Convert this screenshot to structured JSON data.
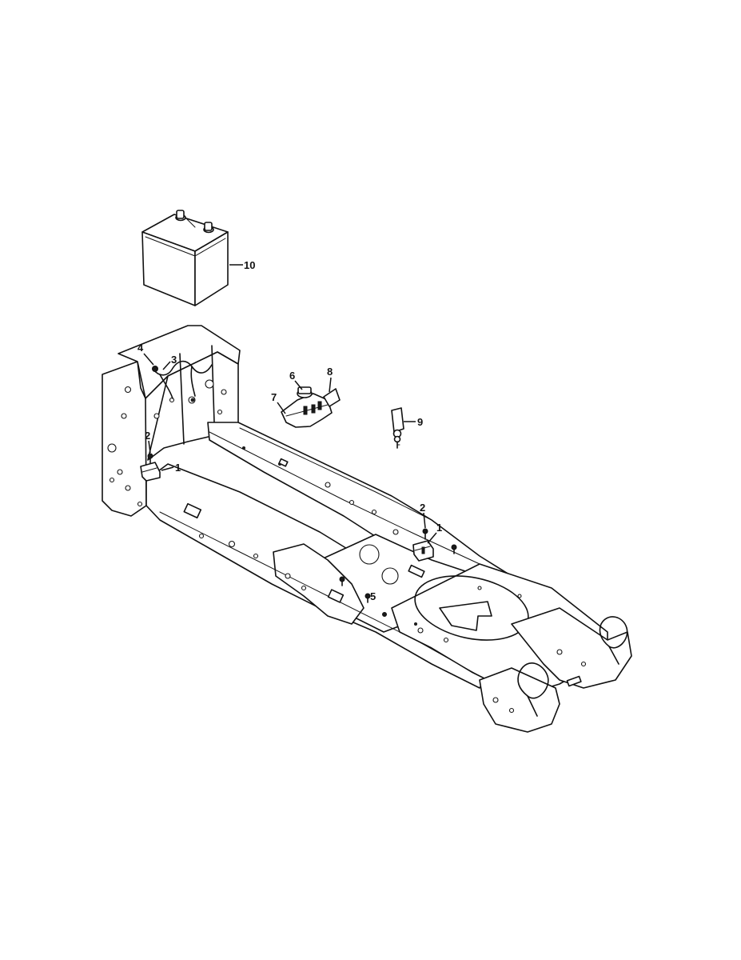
{
  "callouts": {
    "battery": "10",
    "wire_harness": "3",
    "harness_clip": "4",
    "ignition_switch": "6",
    "switch_connector": "7",
    "switch_plug": "8",
    "ignition_key": "9",
    "screw_rear": "2",
    "safety_switch_rear": "1",
    "screw_front": "2",
    "safety_switch_front": "1",
    "bolt": "5"
  },
  "colors": {
    "line": "#111111",
    "background": "#ffffff"
  }
}
